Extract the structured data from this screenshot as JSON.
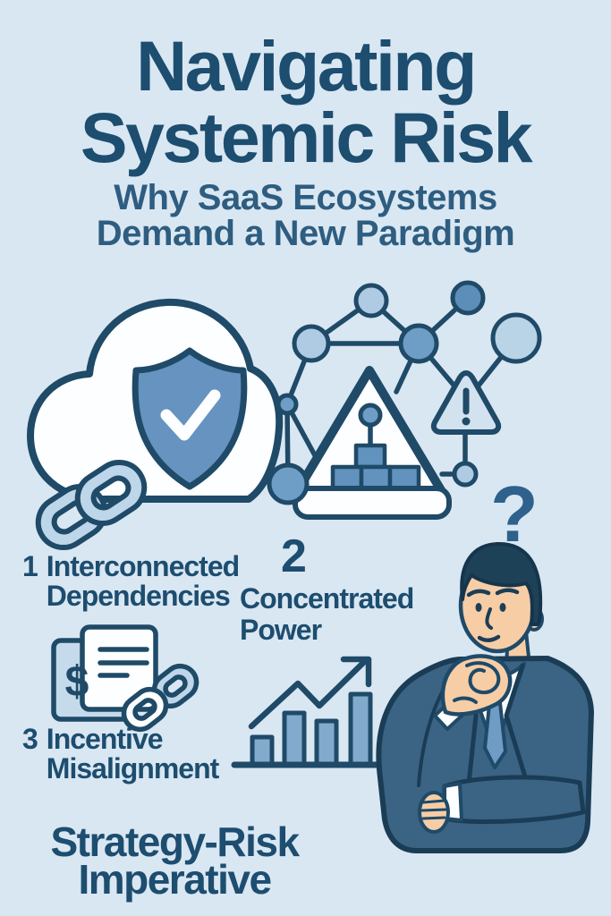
{
  "header": {
    "title_line1": "Navigating",
    "title_line2": "Systemic Risk",
    "subtitle_line1": "Why SaaS Ecosystems",
    "subtitle_line2": "Demand a New Paradigm"
  },
  "items": [
    {
      "number": "1",
      "label_line1": "Interconnected",
      "label_line2": "Dependencies"
    },
    {
      "number": "2",
      "label_line1": "Concentrated",
      "label_line2": "Power"
    },
    {
      "number": "3",
      "label_line1": "Incentive",
      "label_line2": "Misalignment"
    }
  ],
  "footer": {
    "title_line1": "Strategy-Risk",
    "title_line2": "Imperative"
  },
  "icons": {
    "question_mark": "?",
    "dollar_sign": "$"
  },
  "colors": {
    "background": "#d9e7f2",
    "outline_navy": "#1f4a68",
    "title_navy": "#1d4d6f",
    "subtitle_blue": "#2e5d80",
    "shield_blue": "#6693bf",
    "node_light_blue": "#aecbe3",
    "node_medium_blue": "#6e9dc6",
    "chain_light_blue": "#bed6e9",
    "white": "#fdfeff",
    "suit_blue": "#3b6384",
    "skin": "#f7cda6",
    "hair_navy": "#1d4258",
    "tie_blue": "#6f9cc4",
    "bar_blue": "#82aacc",
    "question_mark_blue": "#2e618c"
  }
}
